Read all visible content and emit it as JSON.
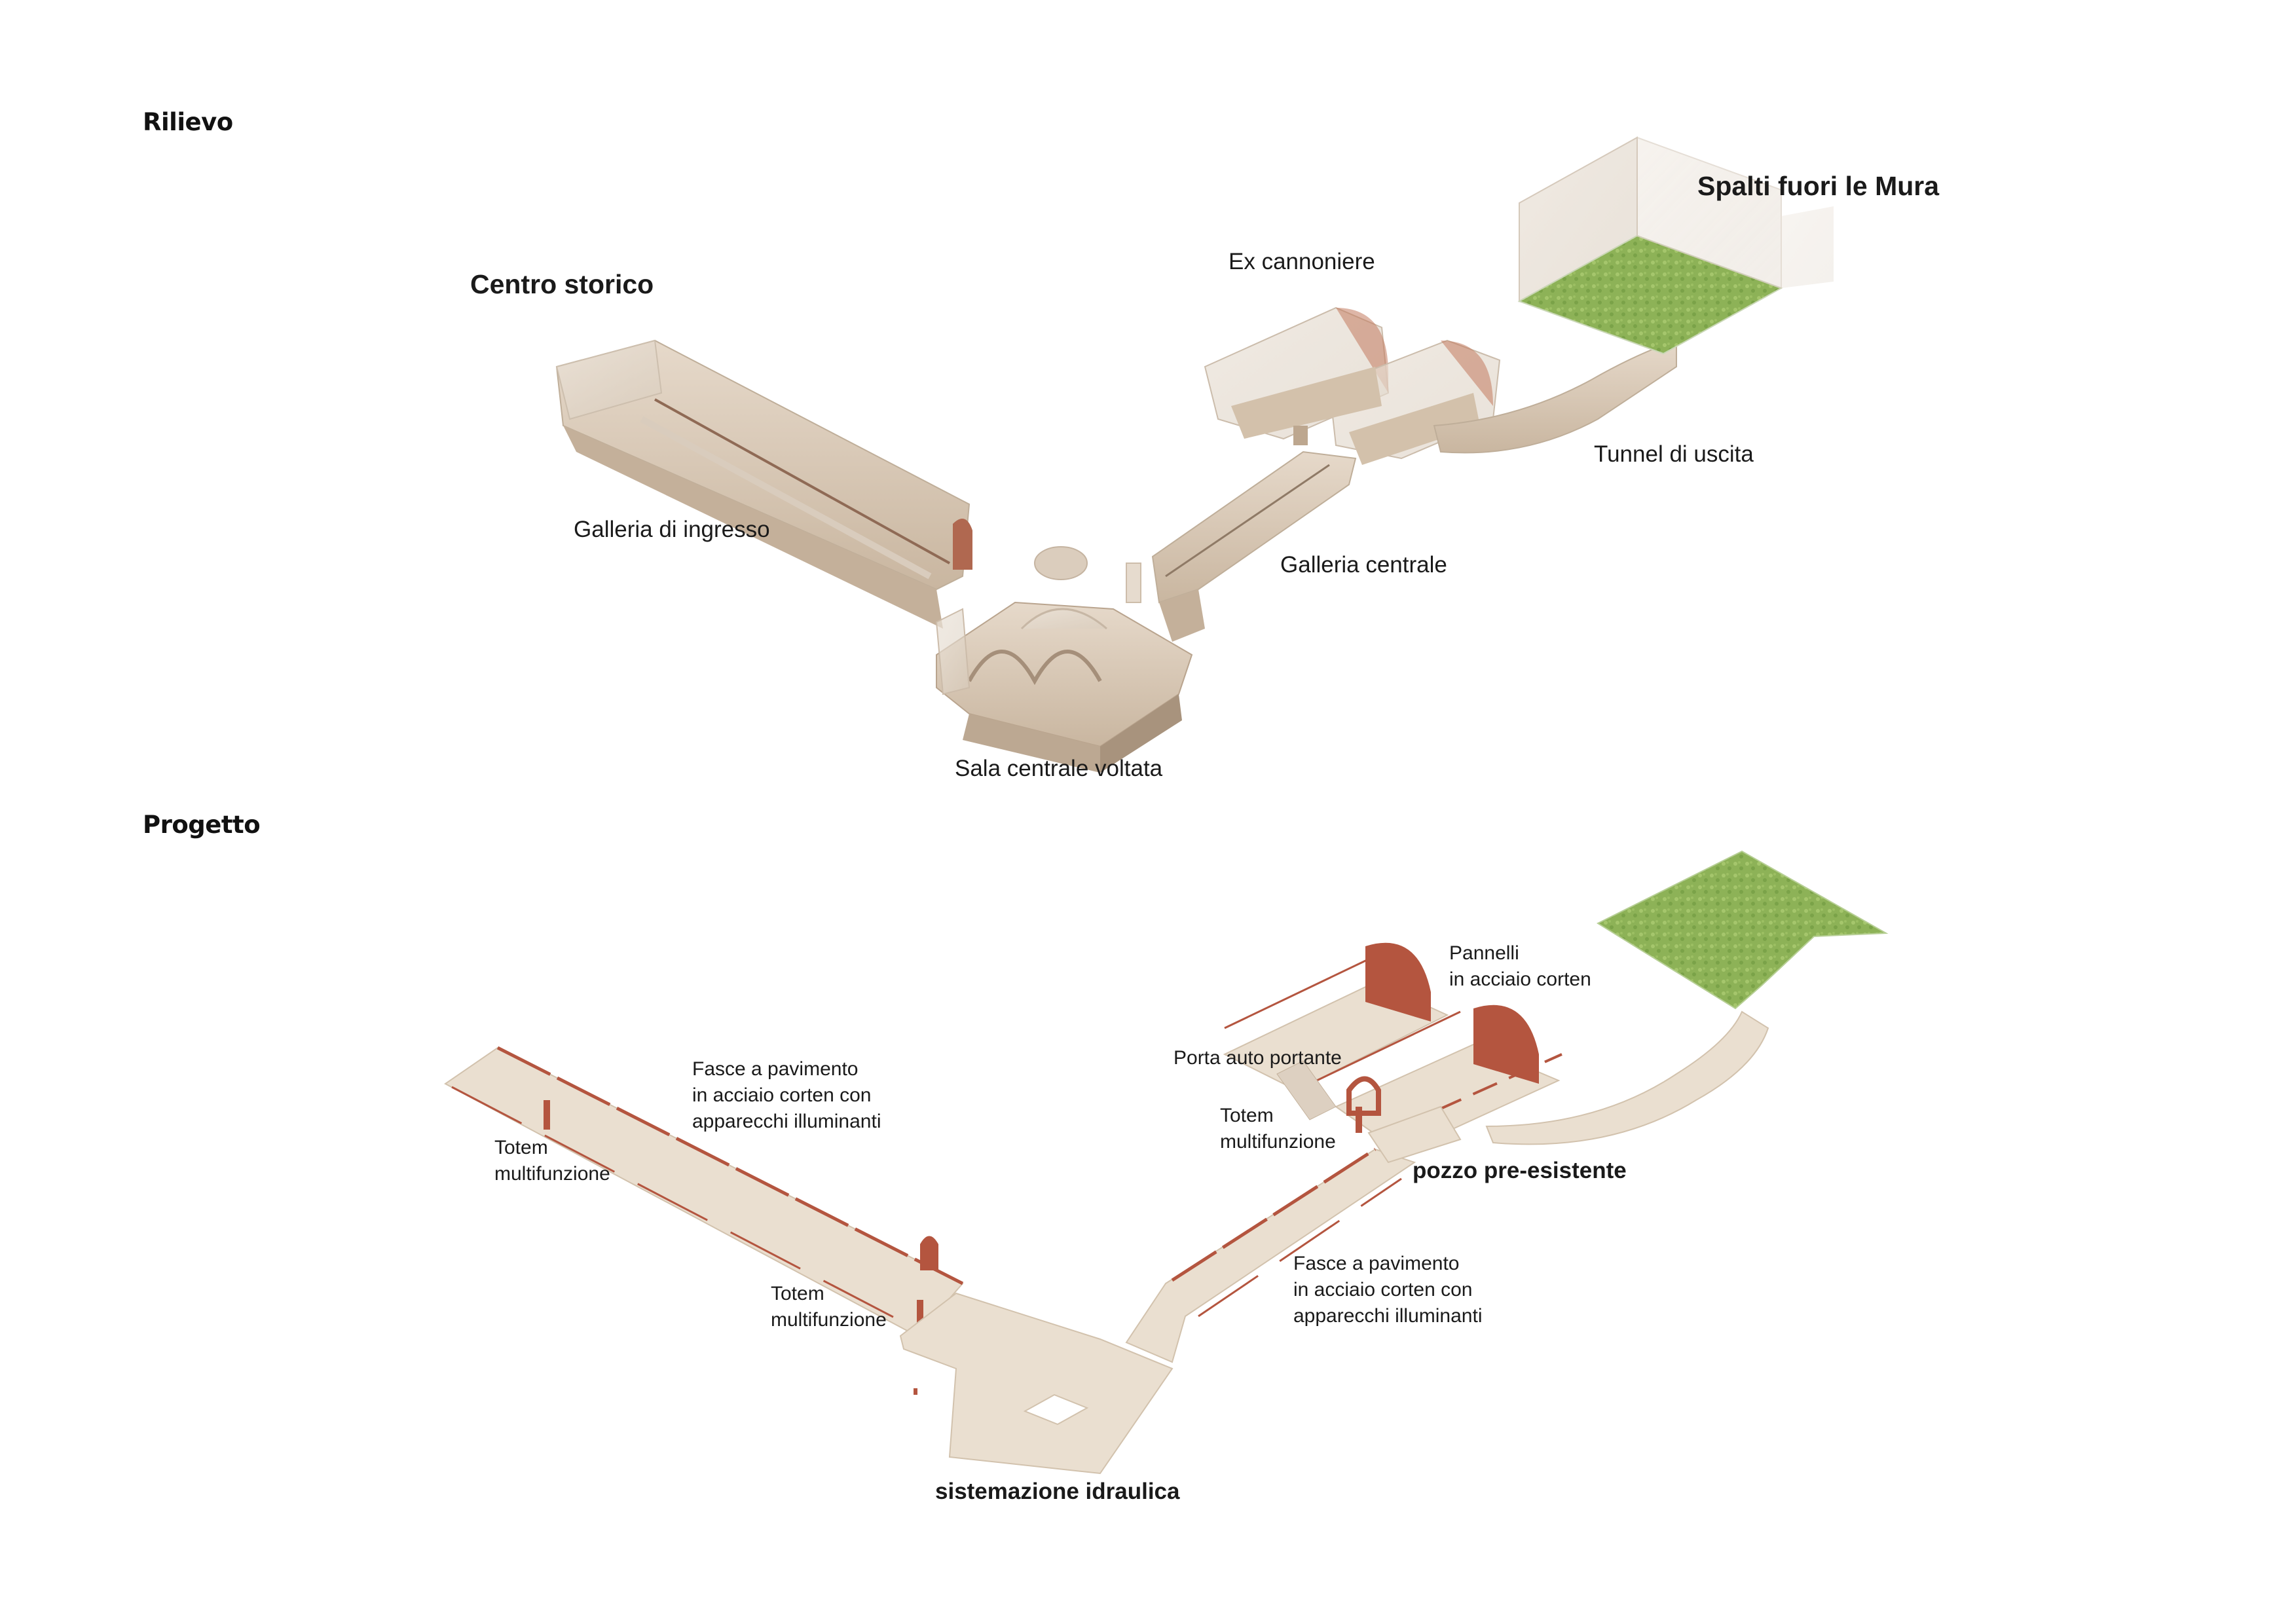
{
  "rilievo": {
    "title": "Rilievo",
    "labels": {
      "centro_storico": "Centro storico",
      "spalti": "Spalti fuori le Mura",
      "ex_cannoniere": "Ex cannoniere",
      "tunnel": "Tunnel di uscita",
      "galleria_ingresso": "Galleria di ingresso",
      "galleria_centrale": "Galleria centrale",
      "sala_centrale": "Sala centrale voltata"
    }
  },
  "progetto": {
    "title": "Progetto",
    "labels": {
      "pannelli": [
        "Pannelli",
        "in acciaio corten"
      ],
      "porta_auto": "Porta auto portante",
      "totem_right": [
        "Totem",
        "multifunzione"
      ],
      "pozzo": "pozzo pre-esistente",
      "fasce_left": [
        "Fasce a pavimento",
        "in acciaio corten con",
        "apparecchi illuminanti"
      ],
      "totem_left": [
        "Totem",
        "multifunzione"
      ],
      "totem_center": [
        "Totem",
        "multifunzione"
      ],
      "fasce_right": [
        "Fasce a pavimento",
        "in acciaio corten con",
        "apparecchi illuminanti"
      ],
      "sistemazione": "sistemazione idraulica"
    }
  },
  "colors": {
    "stone": "#d9c8b4",
    "stone_dark": "#b9a48e",
    "floor": "#eadfd0",
    "floor_edge": "#d2c2ad",
    "corten": "#b4553f",
    "grass": "#8fb45a"
  }
}
